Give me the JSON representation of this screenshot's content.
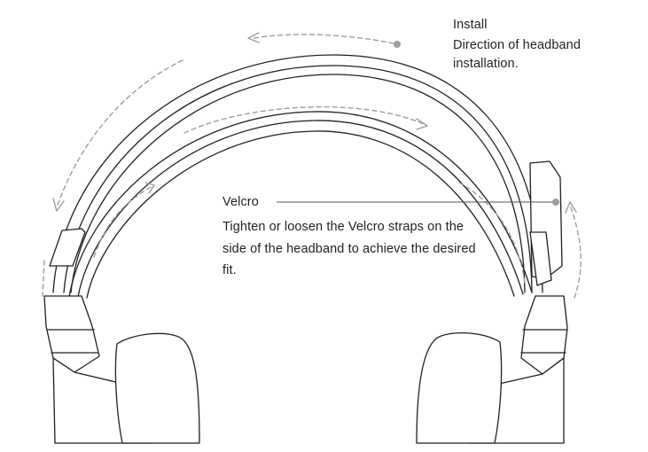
{
  "annotations": {
    "install": {
      "title": "Install",
      "description": "Direction of headband installation."
    },
    "velcro": {
      "title": "Velcro",
      "description": "Tighten or loosen the Velcro straps on the side of the headband to achieve the desired fit."
    }
  },
  "colors": {
    "line": "#231f20",
    "guide": "#9d9d9d",
    "background": "#ffffff"
  }
}
